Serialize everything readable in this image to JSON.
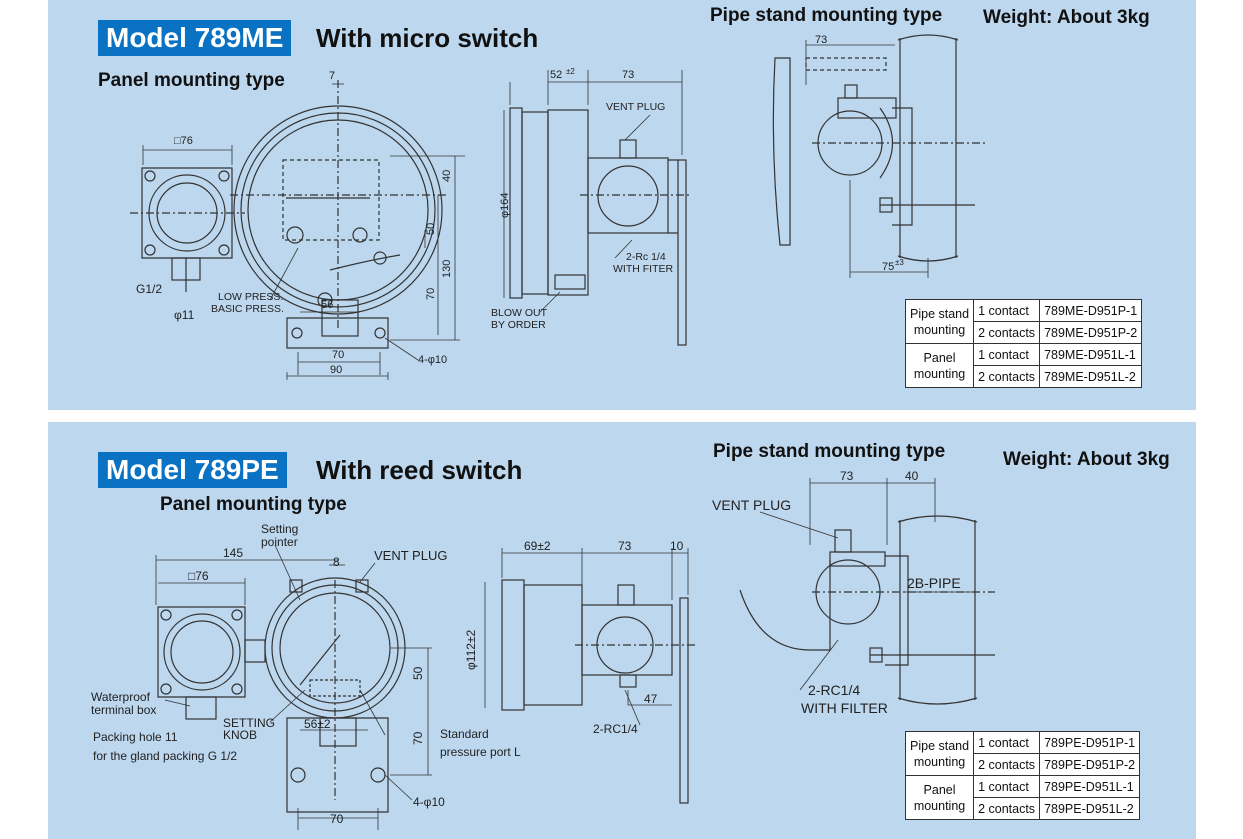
{
  "sections": [
    {
      "model": "Model 789ME",
      "title": "With micro switch",
      "panel_type": "Panel mounting type",
      "pipe_type": "Pipe stand mounting type",
      "weight": "Weight: About 3kg",
      "labels": {
        "sq76": "□76",
        "g12": "G1/2",
        "phi11": "φ11",
        "dim7": "7",
        "low_press": "LOW PRESS.",
        "basic_press": "BASIC PRESS.",
        "dim56": "56",
        "dim70": "70",
        "dim90": "90",
        "holes": "4-φ10",
        "dim40": "40",
        "dim50": "50",
        "dim130": "130",
        "dim70v": "70",
        "side_52": "52",
        "side_52_tol": "±2",
        "side_73": "73",
        "vent_plug": "VENT PLUG",
        "phi164": "φ164",
        "rc14": "2-Rc 1/4",
        "with_fiter": "WITH FITER",
        "blow_out": "BLOW OUT",
        "by_order": "BY ORDER",
        "pipe_73": "73",
        "pipe_75": "75",
        "pipe_75_tol": "±3"
      },
      "table": [
        {
          "group": [
            "Pipe stand",
            "mounting"
          ],
          "rows": [
            {
              "contact": "1 contact",
              "code": "789ME-D951P-1"
            },
            {
              "contact": "2 contacts",
              "code": "789ME-D951P-2"
            }
          ]
        },
        {
          "group": [
            "Panel",
            "mounting"
          ],
          "rows": [
            {
              "contact": "1 contact",
              "code": "789ME-D951L-1"
            },
            {
              "contact": "2 contacts",
              "code": "789ME-D951L-2"
            }
          ]
        }
      ]
    },
    {
      "model": "Model 789PE",
      "title": "With reed switch",
      "panel_type": "Panel mounting type",
      "pipe_type": "Pipe stand mounting type",
      "weight": "Weight: About 3kg",
      "labels": {
        "setting": "Setting",
        "pointer": "pointer",
        "dim145": "145",
        "dim8": "8",
        "vent_plug": "VENT PLUG",
        "sq76": "□76",
        "waterproof": "Waterproof",
        "terminal_box": "terminal box",
        "setting_knob_1": "SETTING",
        "setting_knob_2": "KNOB",
        "packing_hole": "Packing hole 11",
        "gland": "for the gland packing G 1/2",
        "dim56": "56±2",
        "standard": "Standard",
        "pressure_port": "pressure port L",
        "dim50": "50",
        "dim70v": "70",
        "holes": "4-φ10",
        "dim70": "70",
        "side_69": "69±2",
        "side_73": "73",
        "side_10": "10",
        "phi112": "φ112±2",
        "dim47": "47",
        "rc14": "2-RC1/4",
        "pipe_73": "73",
        "pipe_40": "40",
        "pipe_vent": "VENT PLUG",
        "b_pipe": "2B-PIPE",
        "pipe_rc": "2-RC1/4",
        "with_filter": "WITH FILTER"
      },
      "table": [
        {
          "group": [
            "Pipe stand",
            "mounting"
          ],
          "rows": [
            {
              "contact": "1 contact",
              "code": "789PE-D951P-1"
            },
            {
              "contact": "2 contacts",
              "code": "789PE-D951P-2"
            }
          ]
        },
        {
          "group": [
            "Panel",
            "mounting"
          ],
          "rows": [
            {
              "contact": "1 contact",
              "code": "789PE-D951L-1"
            },
            {
              "contact": "2 contacts",
              "code": "789PE-D951L-2"
            }
          ]
        }
      ]
    }
  ],
  "colors": {
    "panel_bg": "#bdd7ee",
    "badge_bg": "#0a72c2",
    "line": "#333333"
  }
}
